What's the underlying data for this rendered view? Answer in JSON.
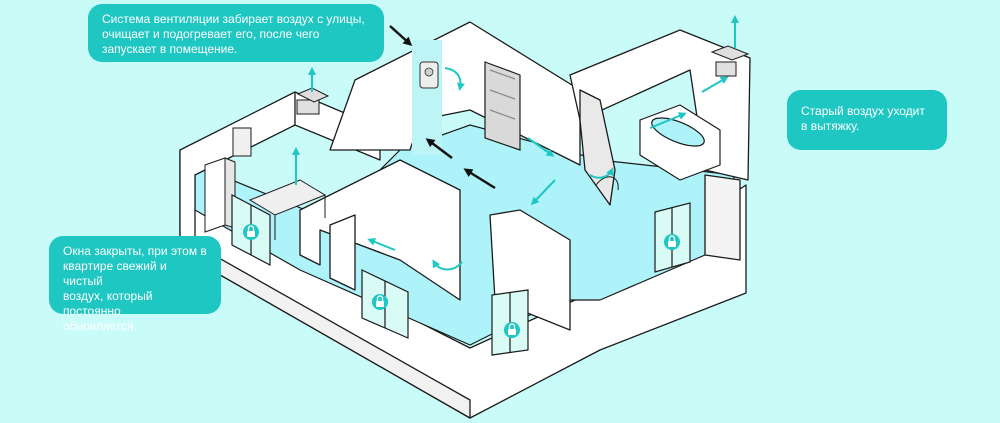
{
  "callouts": {
    "supply": {
      "lines": [
        "Система вентиляции забирает воздух с улицы,",
        "очищает и подогревает его, после чего",
        "запускает в помещение."
      ]
    },
    "exhaust": {
      "lines": [
        "Старый воздух уходит",
        "в вытяжку."
      ]
    },
    "windows": {
      "lines": [
        "Окна закрыты, при этом в",
        "квартире свежий и чистый",
        "воздух, который постоянно",
        "обновляется."
      ]
    }
  },
  "colors": {
    "background": "#c9fbf9",
    "callout": "#1fc7c2",
    "floor": "#aef2fa",
    "wall": "#ffffff",
    "outline": "#1b1b1b",
    "flow_arrow": "#1fc7c2",
    "intake_arrow": "#111111"
  },
  "icons": [
    "lock-icon",
    "bathtub-icon",
    "radiator-icon",
    "ventilation-unit-icon",
    "exhaust-vent-icon"
  ]
}
